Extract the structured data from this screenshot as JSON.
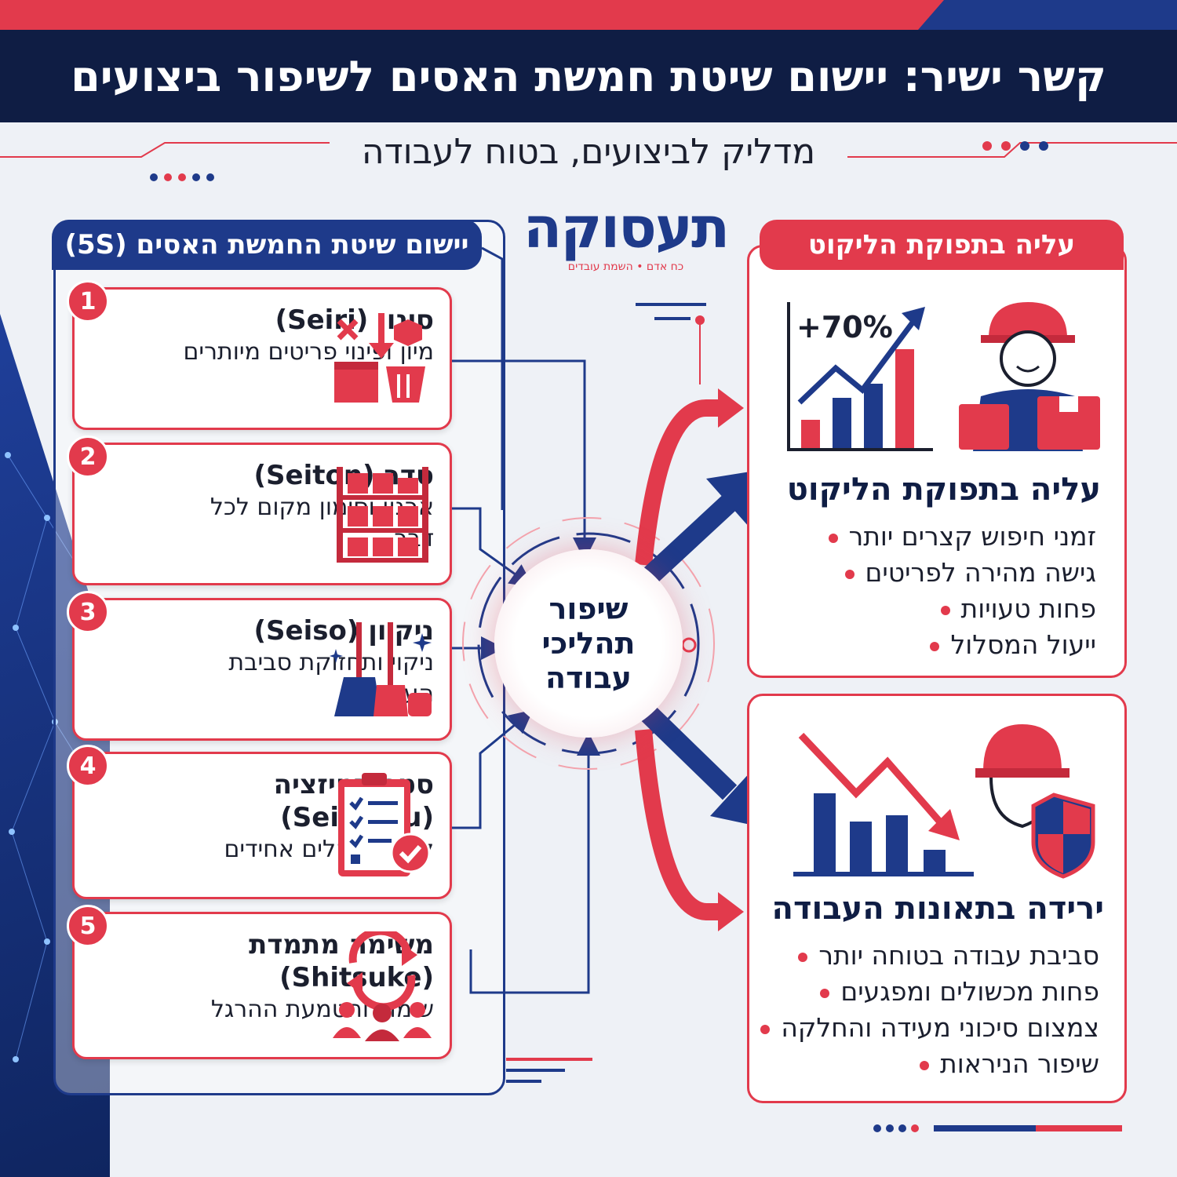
{
  "header": {
    "title": "קשר ישיר: יישום שיטת חמשת האסים לשיפור ביצועים"
  },
  "subtitle": "מדליק לביצועים, בטוח לעבודה",
  "logo": {
    "name": "תעסוקה",
    "tagline": "כח אדם • השמת עובדים"
  },
  "left": {
    "title": "יישום שיטת החמשת האסים (5S)",
    "steps": [
      {
        "num": "1",
        "title": "סינון (Seiri)",
        "desc": "מיון ופינוי פריטים מיותרים"
      },
      {
        "num": "2",
        "title": "סדר (Seiton)",
        "desc": "ארגון וסימון מקום לכל דבר"
      },
      {
        "num": "3",
        "title": "ניקיון (Seiso)",
        "desc": "ניקוי ותחזוקת סביבת העבודה"
      },
      {
        "num": "4",
        "title": "סטנדרטיזציה (Seiketsu)",
        "desc": "קביעת נהלים אחידים"
      },
      {
        "num": "5",
        "title": "משימה מתמדת (Shitsuke)",
        "desc": "שימור והטמעת ההרגל"
      }
    ]
  },
  "center": {
    "label": "שיפור תהליכי עבודה"
  },
  "right_top": {
    "banner": "עליה בתפוקת הליקוט",
    "stat": "+70%",
    "heading": "עליה בתפוקת הליקוט",
    "items": [
      "זמני חיפוש קצרים יותר",
      "גישה מהירה לפריטים",
      "פחות טעויות",
      "ייעול המסלול"
    ]
  },
  "right_bottom": {
    "heading": "ירידה בתאונות העבודה",
    "items": [
      "סביבת עבודה בטוחה יותר",
      "פחות מכשולים ומפגעים",
      "צמצום סיכוני מעידה והחלקה",
      "שיפור הניראות"
    ]
  },
  "colors": {
    "navy": "#0f1d44",
    "blue": "#1e3a8a",
    "red": "#e23a4c"
  }
}
